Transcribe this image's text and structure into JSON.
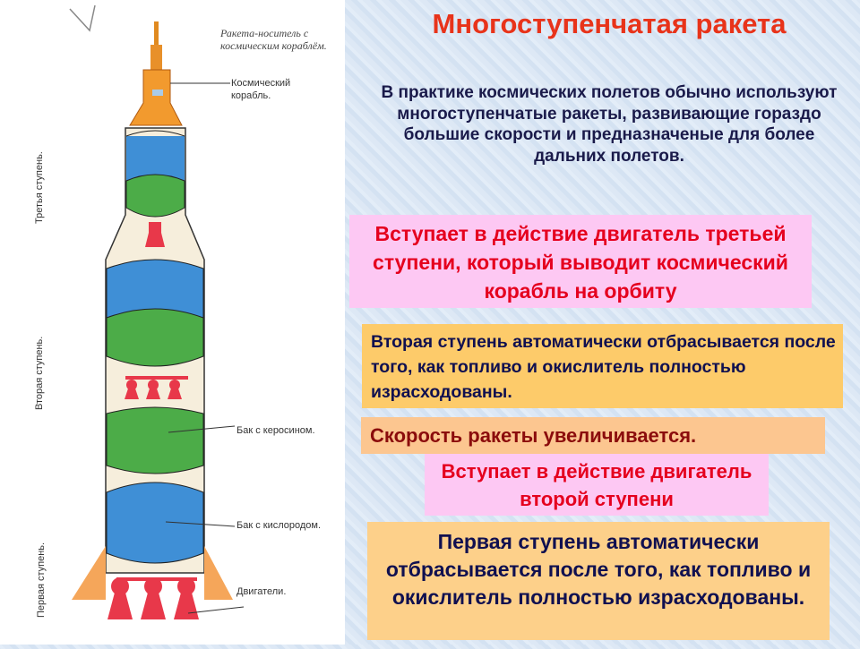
{
  "title": "Многоступенчатая ракета",
  "intro": "В практике космических полетов обычно используют многоступенчатые ракеты, развивающие гораздо большие скорости и предназначеные для более дальних полетов.",
  "diagram": {
    "caption": "Ракета-носитель с космическим кораблём.",
    "spacecraft": "Космический корабль.",
    "third_stage": "Третья ступень.",
    "second_stage": "Вторая ступень.",
    "first_stage": "Первая ступень.",
    "kerosene_tank": "Бак с керосином.",
    "oxygen_tank": "Бак с кислородом.",
    "engines": "Двигатели."
  },
  "boxes": {
    "third_engine": "Вступает в действие двигатель третьей ступени, который выводит космический корабль на орбиту",
    "second_drop": "Вторая ступень автоматически отбрасывается после того, как топливо и окислитель полностью израсходованы.",
    "speed": "Скорость ракеты увеличивается.",
    "second_engine": "Вступает в действие двигатель второй ступени",
    "first_drop": "Первая ступень автоматически отбрасывается после того, как топливо и окислитель полностью израсходованы."
  },
  "colors": {
    "title": "#e8331a",
    "pink": "#fdc8f3",
    "orange": "#fdcb6a",
    "blue_tank": "#3f8fd6",
    "green_tank": "#4cac48",
    "engine": "#e8384a"
  }
}
